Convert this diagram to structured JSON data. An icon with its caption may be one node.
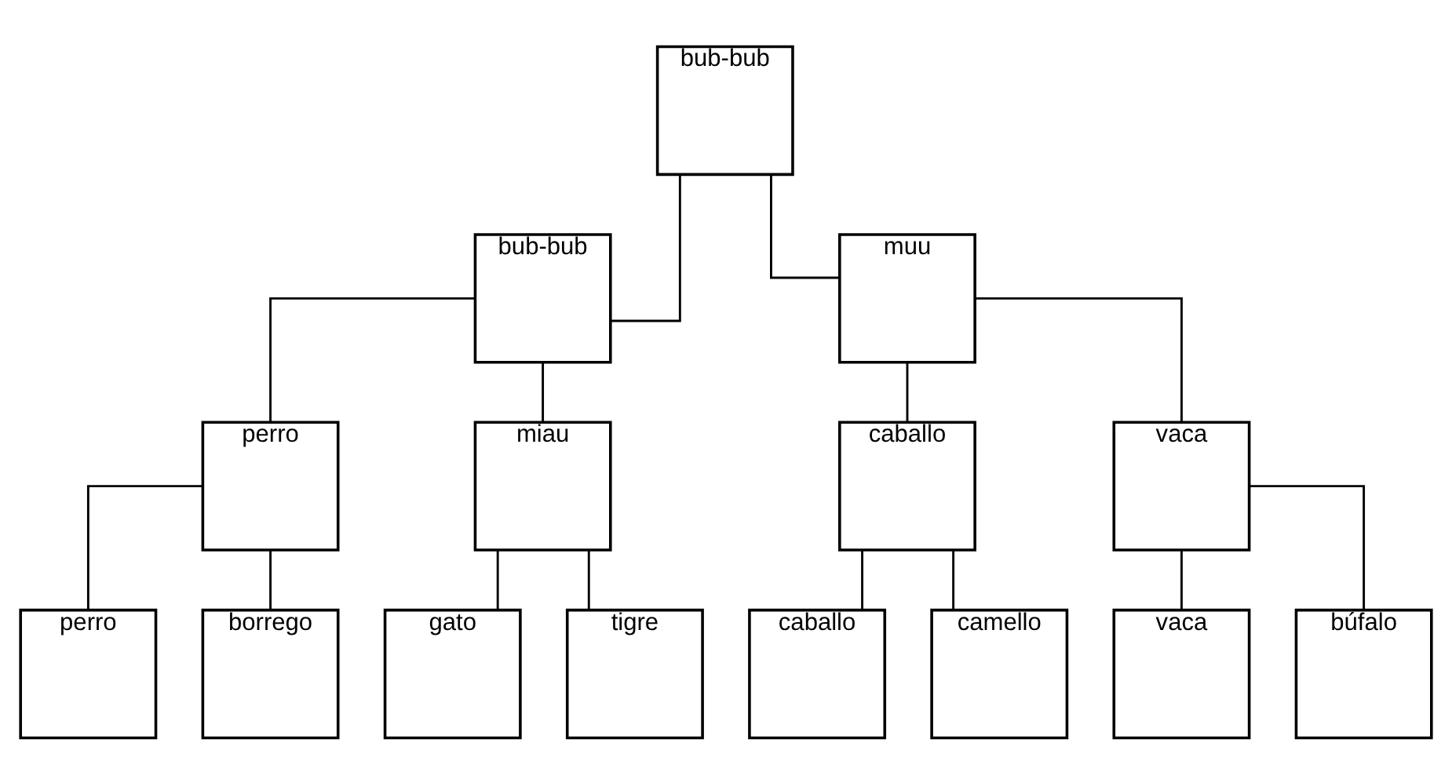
{
  "diagram": {
    "nodes": [
      {
        "text": [
          "bub-bub"
        ]
      },
      {
        "text": [
          "bub-bub"
        ]
      },
      {
        "text": [
          "muu"
        ]
      },
      {
        "text": [
          "perro"
        ]
      },
      {
        "text": [
          "miau"
        ]
      },
      {
        "text": [
          "caballo"
        ]
      },
      {
        "text": [
          "vaca"
        ]
      },
      {
        "text": [
          "perro"
        ]
      },
      {
        "text": [
          "borrego"
        ]
      },
      {
        "text": [
          "gato"
        ]
      },
      {
        "text": [
          "tigre"
        ]
      },
      {
        "text": [
          "caballo"
        ]
      },
      {
        "text": [
          "camello"
        ]
      },
      {
        "text": [
          "vaca"
        ]
      },
      {
        "text": [
          "búfalo"
        ]
      }
    ],
    "edges": [
      {
        "from": 0,
        "to": 1,
        "arrow": "none"
      },
      {
        "from": 0,
        "to": 2,
        "arrow": "none"
      },
      {
        "from": 1,
        "to": 3,
        "arrow": "none"
      },
      {
        "from": 1,
        "to": 4,
        "arrow": "none"
      },
      {
        "from": 2,
        "to": 5,
        "arrow": "none"
      },
      {
        "from": 2,
        "to": 6,
        "arrow": "none"
      },
      {
        "from": 3,
        "to": 7,
        "arrow": "none"
      },
      {
        "from": 3,
        "to": 8,
        "arrow": "none"
      },
      {
        "from": 4,
        "to": 9,
        "arrow": "none"
      },
      {
        "from": 4,
        "to": 10,
        "arrow": "none"
      },
      {
        "from": 5,
        "to": 11,
        "arrow": "none"
      },
      {
        "from": 5,
        "to": 12,
        "arrow": "none"
      },
      {
        "from": 6,
        "to": 13,
        "arrow": "none"
      },
      {
        "from": 6,
        "to": 14,
        "arrow": "none"
      }
    ]
  }
}
